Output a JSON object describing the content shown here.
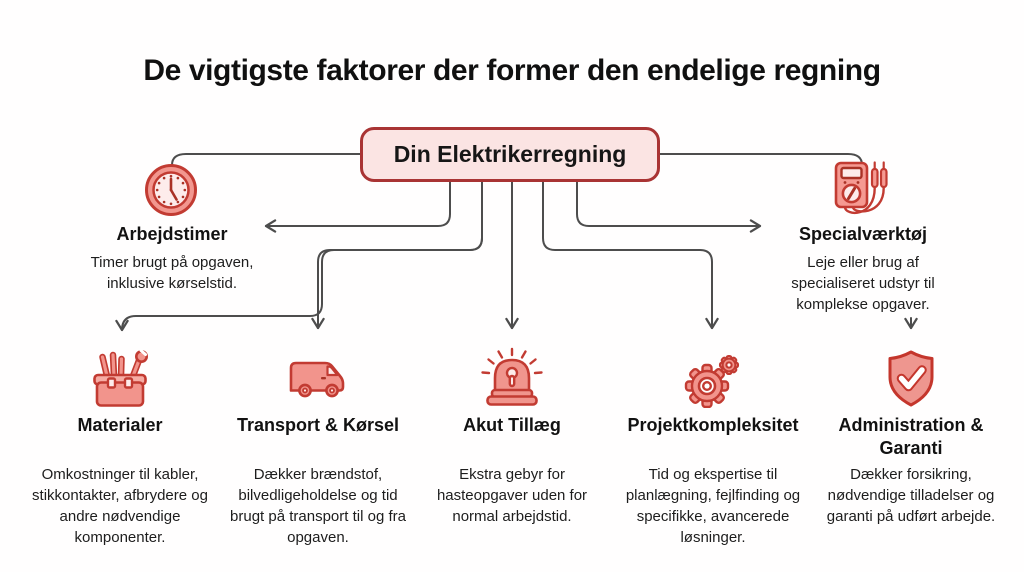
{
  "title": "De vigtigste faktorer der former den endelige regning",
  "center": {
    "label": "Din Elektrikerregning"
  },
  "side_nodes": [
    {
      "icon": "clock-icon",
      "label": "Arbejdstimer",
      "description": "Timer brugt på opgaven, inklusive kørselstid."
    },
    {
      "icon": "multimeter-icon",
      "label": "Specialværktøj",
      "description": "Leje eller brug af specialiseret udstyr til komplekse opgaver."
    }
  ],
  "bottom_nodes": [
    {
      "icon": "toolbox-icon",
      "label": "Materialer",
      "description": "Omkostninger til kabler, stikkontakter, afbrydere og andre nødvendige komponenter."
    },
    {
      "icon": "van-icon",
      "label": "Transport & Kørsel",
      "description": "Dækker brændstof, bilvedligeholdelse og tid brugt på transport til og fra opgaven."
    },
    {
      "icon": "siren-icon",
      "label": "Akut Tillæg",
      "description": "Ekstra gebyr for hasteopgaver uden for normal arbejdstid."
    },
    {
      "icon": "gears-icon",
      "label": "Projektkompleksitet",
      "description": "Tid og ekspertise til planlægning, fejlfinding og specifikke, avancerede løsninger."
    },
    {
      "icon": "shield-check-icon",
      "label": "Administration & Garanti",
      "description": "Dækker forsikring, nødvendige tilladelser og garanti på udført arbejde."
    }
  ],
  "colors": {
    "accent_red": "#c23b32",
    "dark_red": "#a93226",
    "fill_salmon": "#f2968e",
    "fill_light": "#fdeceb",
    "box_fill": "#fbe4e3",
    "box_border": "#a93434",
    "connector_gray": "#4d4d4d",
    "text": "#121212"
  }
}
